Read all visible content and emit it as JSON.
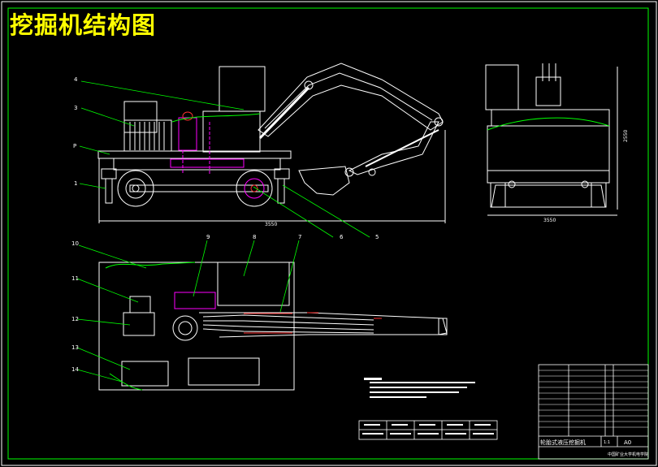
{
  "title": "挖掘机结构图",
  "colors": {
    "background": "#000000",
    "title": "#ffff00",
    "frame": "#00ff00",
    "outline": "#ffffff",
    "leader": "#00ff00",
    "accent_magenta": "#ff00ff",
    "accent_red": "#ff3030",
    "dimension": "#00ffff"
  },
  "side_view": {
    "callouts": [
      "4",
      "3",
      "P",
      "1",
      "6",
      "5"
    ],
    "dimension": "3550"
  },
  "front_view": {
    "width_dim": "3550",
    "height_dim": "2550"
  },
  "plan_view": {
    "callouts": [
      "10",
      "9",
      "8",
      "7",
      "11",
      "12",
      "13",
      "14"
    ]
  },
  "title_block": {
    "name": "轮胎式液压挖掘机",
    "scale": "1:1",
    "sheet": "A0",
    "school": "中国矿业大学机电学院"
  }
}
